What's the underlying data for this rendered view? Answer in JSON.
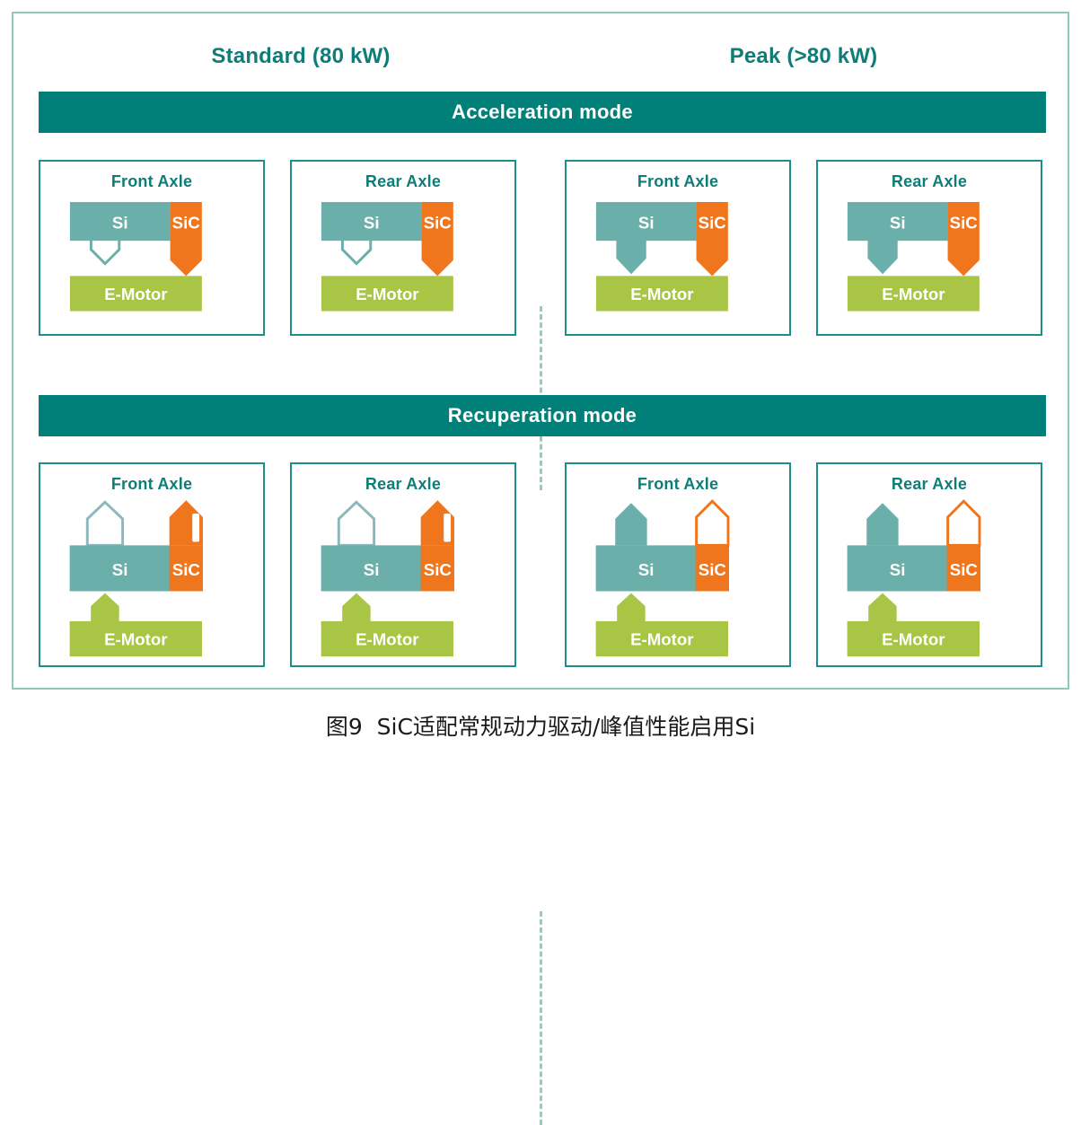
{
  "figure": {
    "caption": "图9  SiC适配常规动力驱动/峰值性能启用Si"
  },
  "colors": {
    "frame_border": "#8fc9bc",
    "mode_bar_bg": "#018079",
    "panel_border": "#1a8f8a",
    "heading_teal": "#0f7d77",
    "si_teal": "#6aafa9",
    "sic_orange": "#f0761e",
    "emotor_green": "#a8c545",
    "divider_dashed": "#8fcfc2",
    "label_white": "#ffffff",
    "caption_text": "#1a1a1a"
  },
  "columns": [
    {
      "id": "standard",
      "label": "Standard (80 kW)"
    },
    {
      "id": "peak",
      "label": "Peak (>80 kW)"
    }
  ],
  "modes": [
    {
      "id": "acceleration",
      "label": "Acceleration mode"
    },
    {
      "id": "recuperation",
      "label": "Recuperation mode"
    }
  ],
  "block_labels": {
    "si": "Si",
    "sic": "SiC",
    "emotor": "E-Motor"
  },
  "panels": {
    "acceleration": [
      {
        "id": "std-front",
        "column": "standard",
        "title": "Front Axle",
        "si_arrow": "hollow-down",
        "sic_arrow": "solid-down",
        "emotor_arrow": "none"
      },
      {
        "id": "std-rear",
        "column": "standard",
        "title": "Rear Axle",
        "si_arrow": "hollow-down",
        "sic_arrow": "solid-down",
        "emotor_arrow": "none"
      },
      {
        "id": "peak-front",
        "column": "peak",
        "title": "Front Axle",
        "si_arrow": "solid-down",
        "sic_arrow": "solid-down",
        "emotor_arrow": "none"
      },
      {
        "id": "peak-rear",
        "column": "peak",
        "title": "Rear Axle",
        "si_arrow": "solid-down",
        "sic_arrow": "solid-down",
        "emotor_arrow": "none"
      }
    ],
    "recuperation": [
      {
        "id": "std-front-rec",
        "column": "standard",
        "title": "Front Axle",
        "si_arrow": "hollow-up",
        "sic_arrow": "solid-up-notched",
        "emotor_arrow": "solid-up-green"
      },
      {
        "id": "std-rear-rec",
        "column": "standard",
        "title": "Rear Axle",
        "si_arrow": "hollow-up",
        "sic_arrow": "solid-up-notched",
        "emotor_arrow": "solid-up-green"
      },
      {
        "id": "peak-front-rec",
        "column": "peak",
        "title": "Front Axle",
        "si_arrow": "solid-up",
        "sic_arrow": "hollow-up",
        "emotor_arrow": "solid-up-green"
      },
      {
        "id": "peak-rear-rec",
        "column": "peak",
        "title": "Rear Axle",
        "si_arrow": "solid-up",
        "sic_arrow": "hollow-up",
        "emotor_arrow": "solid-up-green"
      }
    ]
  }
}
